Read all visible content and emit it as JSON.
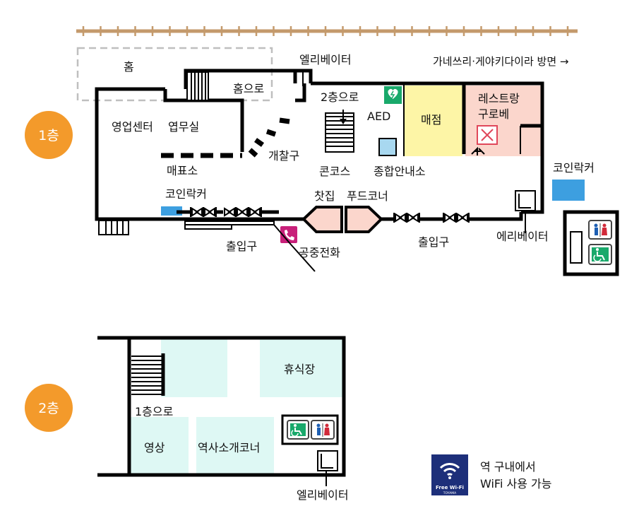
{
  "floor1": {
    "badge": "1층",
    "labels": {
      "home": "홈",
      "elevator_top": "엘리베이터",
      "direction": "가네쓰리·게야키다이라 방면 →",
      "to_home": "홈으로",
      "to_2f": "2층으로",
      "aed": "AED",
      "shop": "매점",
      "restaurant_line1": "레스트랑",
      "restaurant_line2": "구로베",
      "sales_center": "영업센터",
      "business_office": "엽무실",
      "ticket_gate": "개찰구",
      "ticket_office": "매표소",
      "concourse": "콘코스",
      "info_center": "종합안내소",
      "coin_locker_left": "코인락커",
      "coin_locker_right": "코인락커",
      "cafe": "찻집",
      "food_corner": "푸드코너",
      "exit_left": "출입구",
      "exit_right": "출입구",
      "public_phone": "공중전화",
      "elevator_right": "에리베이터"
    }
  },
  "floor2": {
    "badge": "2층",
    "labels": {
      "rest_area": "휴식장",
      "to_1f": "1층으로",
      "video": "영상",
      "history_corner": "역사소개코너",
      "elevator": "엘리베이터"
    }
  },
  "wifi": {
    "logo_text": "Free Wi-Fi",
    "logo_sub": "TOYAMA",
    "text_line1": "역 구내에서",
    "text_line2": "WiFi 사용 가능"
  },
  "colors": {
    "badge": "#f39a2b",
    "track": "#c49a6c",
    "shop": "#fdf5a6",
    "restaurant": "#fbd6cc",
    "floor2_room": "#def8f4",
    "coin_locker": "#3d9fe0",
    "phone": "#c8207a",
    "aed": "#19a96b",
    "wifi_logo": "#1d2f7a",
    "wall": "#000000"
  }
}
